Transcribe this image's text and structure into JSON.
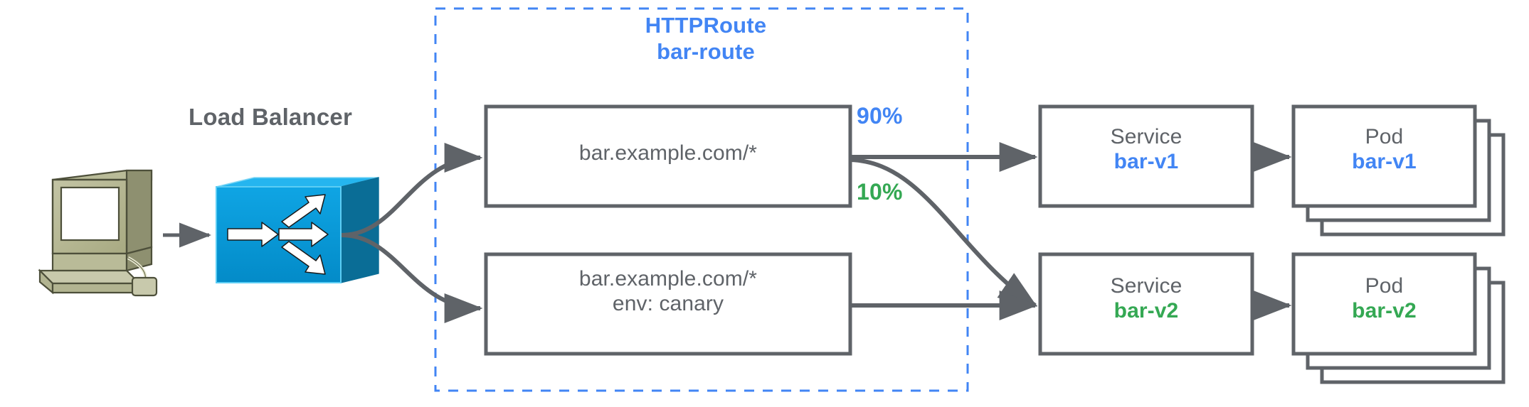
{
  "diagram": {
    "title": "HTTPRoute traffic splitting canary diagram",
    "colors": {
      "blue": "#4285f4",
      "green": "#34a853",
      "grey": "#5f6368",
      "switch_blue": "#0b9ad8",
      "computer_olive": "#a6a87f"
    },
    "client": {
      "icon": "desktop-computer-icon"
    },
    "load_balancer": {
      "label": "Load Balancer",
      "icon": "network-switch-icon"
    },
    "httproute": {
      "kind_label": "HTTPRoute",
      "name_label": "bar-route",
      "rules": [
        {
          "id": "rule-1",
          "lines": [
            "bar.example.com/*"
          ]
        },
        {
          "id": "rule-2",
          "lines": [
            "bar.example.com/*",
            "env: canary"
          ]
        }
      ]
    },
    "weights": [
      {
        "id": "weight-90",
        "label": "90%",
        "color": "#4285f4"
      },
      {
        "id": "weight-10",
        "label": "10%",
        "color": "#34a853"
      }
    ],
    "services": [
      {
        "kind_label": "Service",
        "name_label": "bar-v1",
        "color": "#4285f4"
      },
      {
        "kind_label": "Service",
        "name_label": "bar-v2",
        "color": "#34a853"
      }
    ],
    "pods": [
      {
        "kind_label": "Pod",
        "name_label": "bar-v1",
        "color": "#4285f4",
        "stack_count": 3
      },
      {
        "kind_label": "Pod",
        "name_label": "bar-v2",
        "color": "#34a853",
        "stack_count": 3
      }
    ]
  }
}
